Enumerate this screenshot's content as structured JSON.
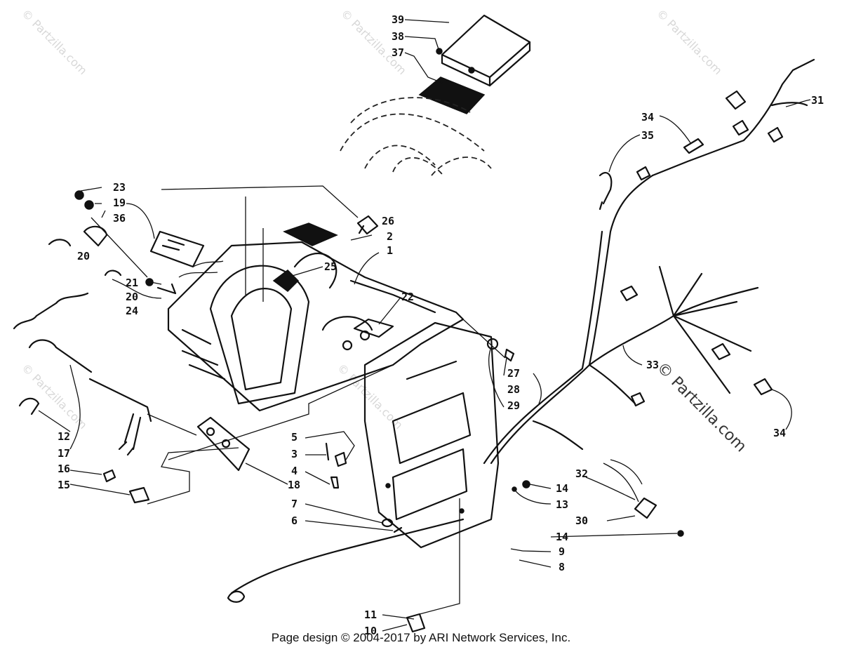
{
  "footer": {
    "text": "Page design © 2004-2017 by ARI Network Services, Inc."
  },
  "watermark": {
    "text": "© Partzilla.com"
  },
  "callouts": {
    "c1": "1",
    "c2": "2",
    "c3": "3",
    "c4": "4",
    "c5": "5",
    "c6": "6",
    "c7": "7",
    "c8": "8",
    "c9": "9",
    "c10": "10",
    "c11": "11",
    "c12": "12",
    "c13": "13",
    "c14a": "14",
    "c14b": "14",
    "c15": "15",
    "c16": "16",
    "c17": "17",
    "c18": "18",
    "c19": "19",
    "c20a": "20",
    "c20b": "20",
    "c21": "21",
    "c22": "22",
    "c23": "23",
    "c24": "24",
    "c25": "25",
    "c26": "26",
    "c27": "27",
    "c28": "28",
    "c29": "29",
    "c30": "30",
    "c31": "31",
    "c32": "32",
    "c33": "33",
    "c34a": "34",
    "c34b": "34",
    "c35": "35",
    "c36": "36",
    "c37": "37",
    "c38": "38",
    "c39": "39"
  },
  "colors": {
    "ink": "#111111",
    "watermark": "#d8d8d8",
    "background": "#ffffff"
  }
}
